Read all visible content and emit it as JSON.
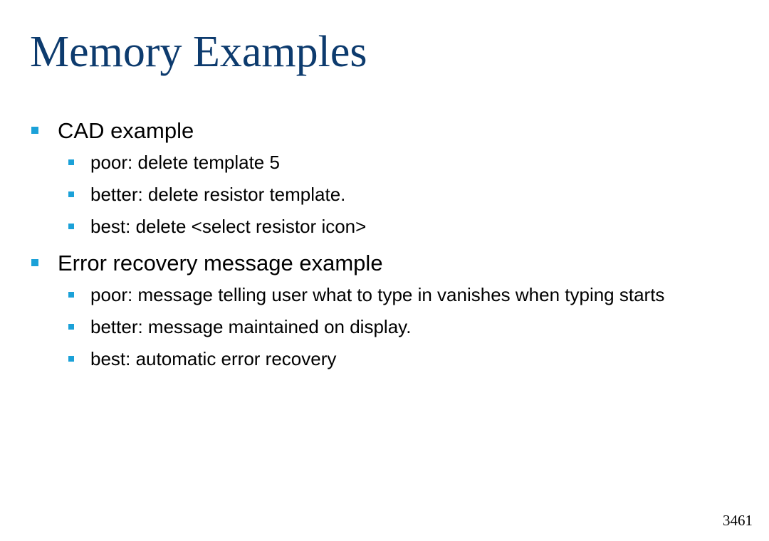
{
  "slide": {
    "title": "Memory Examples",
    "page_number": "3461",
    "bullet_color": "#1ba1d8",
    "title_color": "#0d3b6e",
    "sections": [
      {
        "heading": "CAD example",
        "items": [
          "poor: delete template 5",
          "better: delete resistor template.",
          "best: delete <select resistor icon>"
        ]
      },
      {
        "heading": "Error recovery message example",
        "items": [
          "poor: message telling user what to type in vanishes when typing starts",
          "better: message maintained on display.",
          "best: automatic error recovery"
        ]
      }
    ]
  }
}
